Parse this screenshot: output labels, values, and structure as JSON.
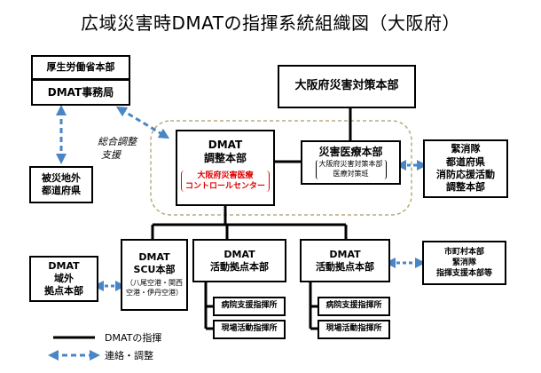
{
  "title": "広域災害時DMATの指揮系統組織図（大阪府）",
  "boxes": {
    "mhlw": "厚生労働省本部",
    "dmat_office": "DMAT事務局",
    "osaka_hq": "大阪府災害対策本部",
    "dmat_hq_line1": "DMAT",
    "dmat_hq_line2": "調整本部",
    "control_center_line1": "大阪府災害医療",
    "control_center_line2": "コントロールセンター",
    "medical_hq": "災害医療本部",
    "medical_hq_sub1": "大阪府災害対策本部",
    "medical_hq_sub2": "医療対策班",
    "fire_line1": "緊消隊",
    "fire_line2": "都道府県",
    "fire_line3": "消防応援活動",
    "fire_line4": "調整本部",
    "affected_line1": "被災地外",
    "affected_line2": "都道府県",
    "outside_line1": "DMAT",
    "outside_line2": "域外",
    "outside_line3": "拠点本部",
    "scu_line1": "DMAT",
    "scu_line2": "SCU本部",
    "scu_sub1": "（八尾空港・関西",
    "scu_sub2": "空港・伊丹空港）",
    "base1_line1": "DMAT",
    "base1_line2": "活動拠点本部",
    "base2_line1": "DMAT",
    "base2_line2": "活動拠点本部",
    "hosp1": "病院支援指揮所",
    "field1": "現場活動指揮所",
    "hosp2": "病院支援指揮所",
    "field2": "現場活動指揮所",
    "municipal_line1": "市町村本部",
    "municipal_line2": "緊消隊",
    "municipal_line3": "指揮支援本部等"
  },
  "annotation_line1": "総合調整",
  "annotation_line2": "支援",
  "legend": {
    "command": "DMATの指揮",
    "liaison": "連絡・調整"
  },
  "colors": {
    "line": "#000000",
    "dashed_arrow": "#4a86c5",
    "dotted_group": "#b5ad7e",
    "red_text": "#e00000"
  }
}
